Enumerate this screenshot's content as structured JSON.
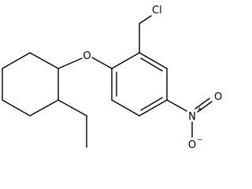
{
  "molecule": {
    "atoms": {
      "oxygen_ether": "O",
      "chlorine": "Cl",
      "nitrogen": "N",
      "nitrogen_charge": "+",
      "oxygen_nitro_top": "O",
      "oxygen_nitro_bottom": "O",
      "oxygen_nitro_charge": "−"
    }
  }
}
